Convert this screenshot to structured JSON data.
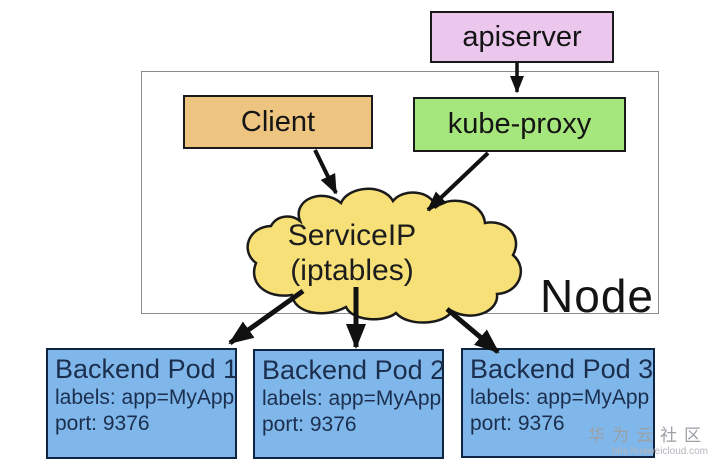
{
  "apiserver": {
    "label": "apiserver"
  },
  "node": {
    "label": "Node",
    "client": {
      "label": "Client"
    },
    "kube_proxy": {
      "label": "kube-proxy"
    },
    "service_cloud": {
      "line1": "ServiceIP",
      "line2": "(iptables)"
    }
  },
  "pods": [
    {
      "title": "Backend Pod 1",
      "labels": "labels: app=MyApp",
      "port": "port: 9376"
    },
    {
      "title": "Backend Pod 2",
      "labels": "labels: app=MyApp",
      "port": "port: 9376"
    },
    {
      "title": "Backend Pod 3",
      "labels": "labels: app=MyApp",
      "port": "port: 9376"
    }
  ],
  "arrows": [
    "apiserver-to-kube-proxy",
    "client-to-serviceip",
    "kube-proxy-to-serviceip",
    "serviceip-to-pod1",
    "serviceip-to-pod2",
    "serviceip-to-pod3"
  ],
  "watermark": {
    "line1": "华为云社区",
    "line2": "bbs.huaweicloud.com"
  },
  "colors": {
    "apiserver_bg": "#ebc7ee",
    "client_bg": "#edc480",
    "kubeproxy_bg": "#a6e77d",
    "cloud_bg": "#f7e077",
    "pod_bg": "#7fb7ea",
    "pod_border": "#0f2342",
    "pod_text": "#1c2e4e",
    "box_border": "#1a1a1a",
    "node_border": "#8c8c8c",
    "text_dark": "#141414",
    "arrow": "#111111",
    "watermark": "#9aa0a6",
    "watermark_sub": "#b3b6bc"
  }
}
